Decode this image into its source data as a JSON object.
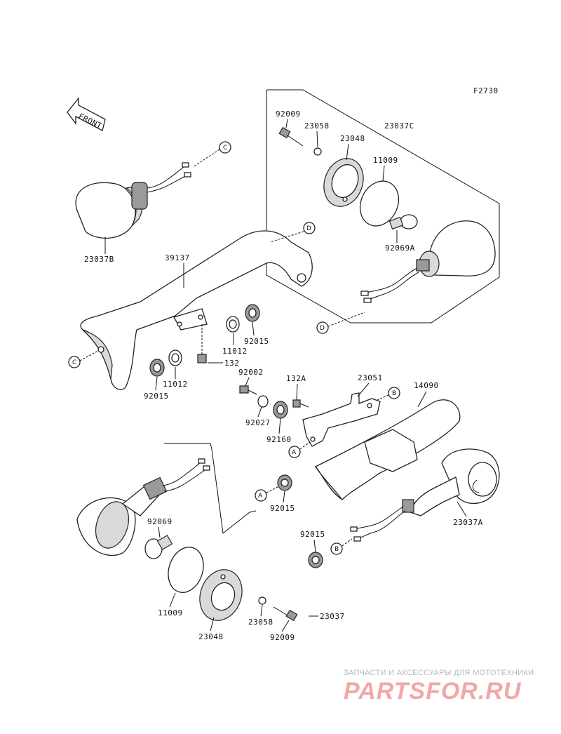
{
  "figure_code": "F2730",
  "front_label": "FRONT",
  "refs": {
    "A": "A",
    "B": "B",
    "C": "C",
    "D": "D"
  },
  "parts": {
    "p92009_top": "92009",
    "p23058_top": "23058",
    "p23048_top": "23048",
    "p23037C": "23037C",
    "p11009_top": "11009",
    "p92069A": "92069A",
    "p23037B": "23037B",
    "p39137": "39137",
    "p11012_a": "11012",
    "p92015_a": "92015",
    "p132": "132",
    "p11012_b": "11012",
    "p92015_b": "92015",
    "p92002": "92002",
    "p132A": "132A",
    "p23051": "23051",
    "p14090": "14090",
    "p92027": "92027",
    "p92160": "92160",
    "p92015_c": "92015",
    "p92069": "92069",
    "p23037A": "23037A",
    "p92015_d": "92015",
    "p11009_bot": "11009",
    "p23048_bot": "23048",
    "p23058_bot": "23058",
    "p92009_bot": "92009",
    "p23037": "23037"
  },
  "watermark": {
    "subtitle": "ЗАПЧАСТИ И АКСЕССУАРЫ ДЛЯ МОТОТЕХНИКИ",
    "logo": "PARTSFOR.RU"
  }
}
